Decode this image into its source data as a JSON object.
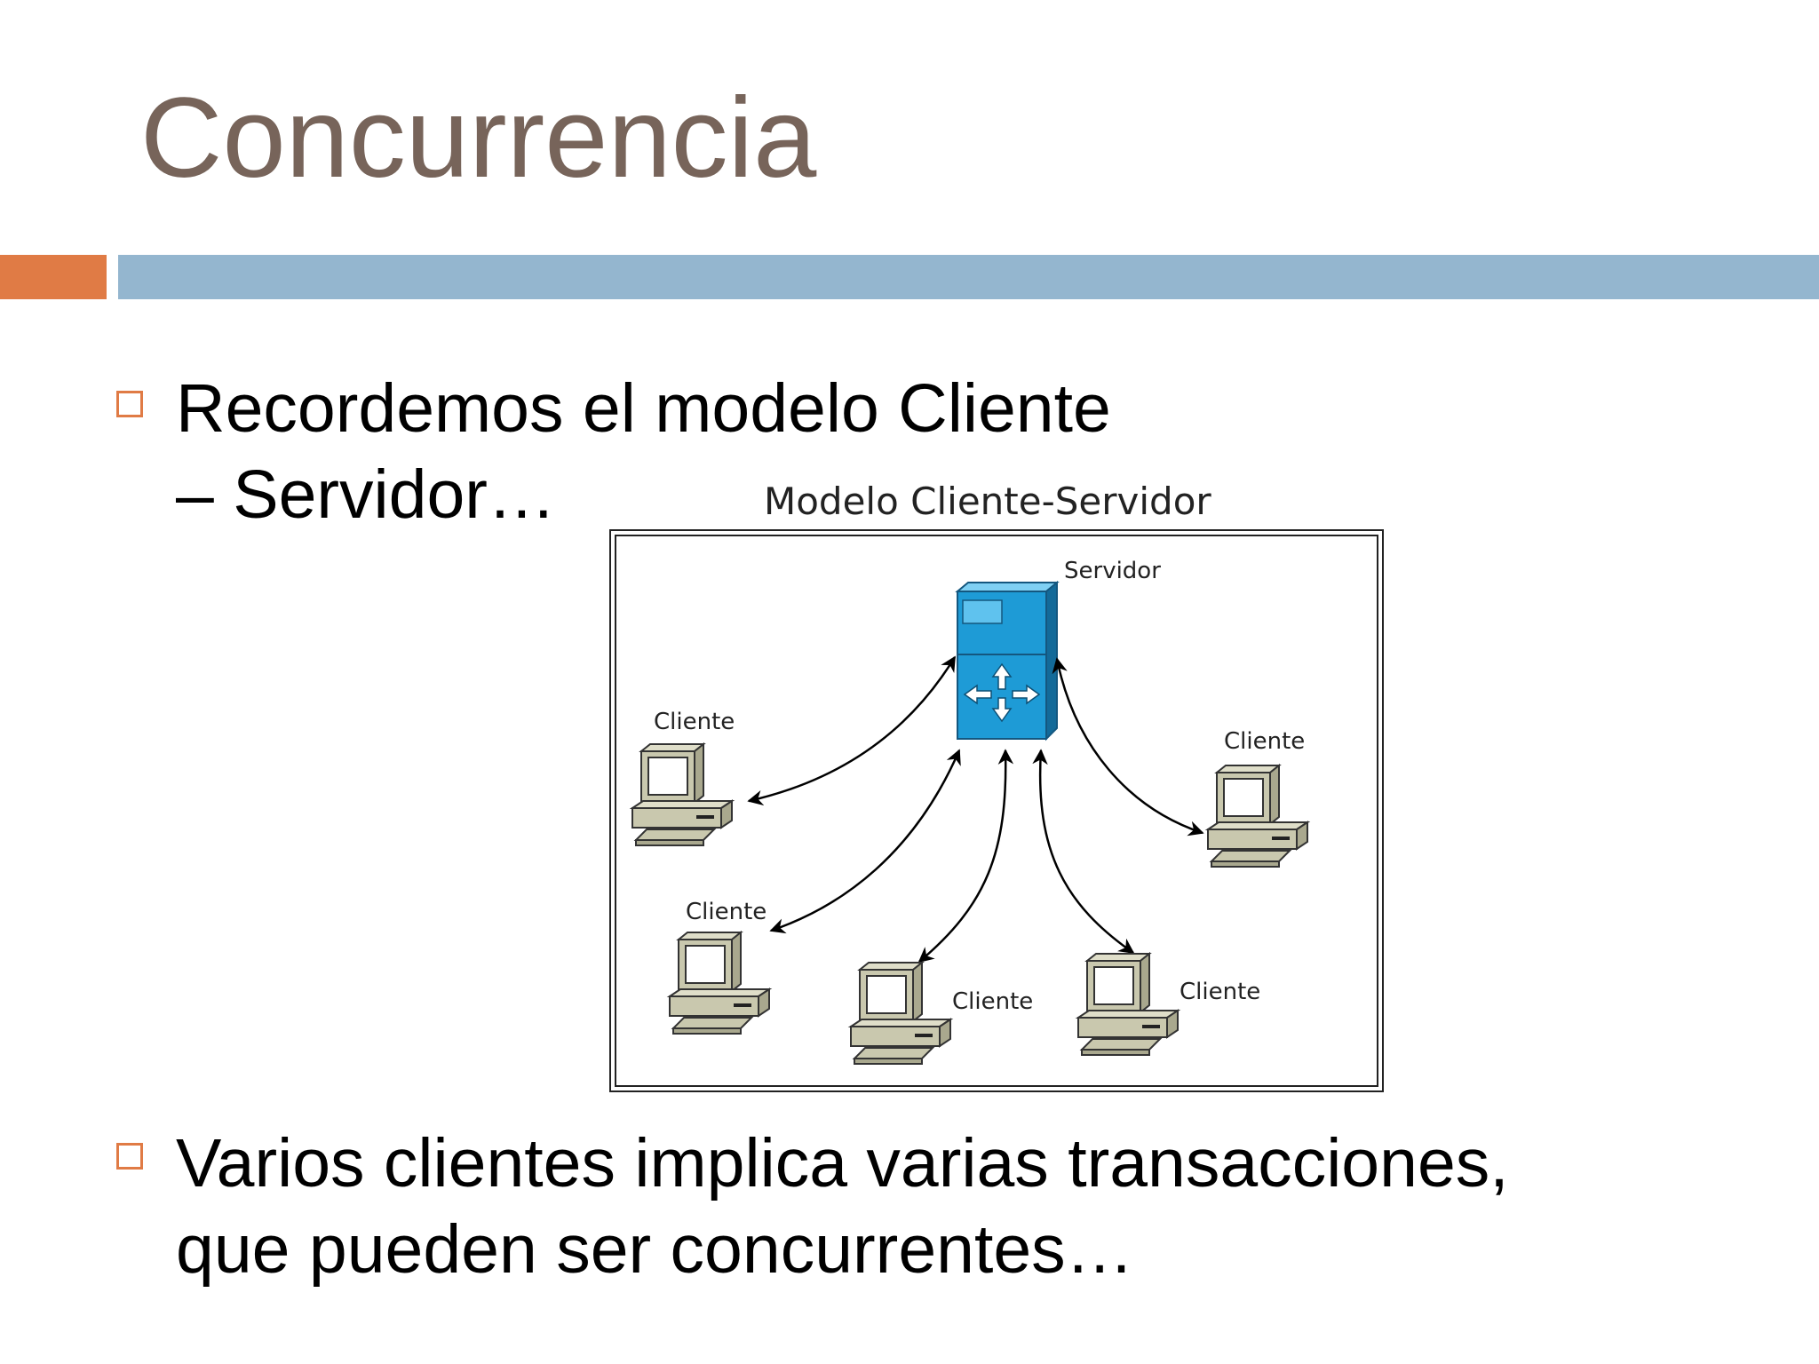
{
  "slide": {
    "title": "Concurrencia",
    "bullets": [
      {
        "line1": "Recordemos el modelo Cliente",
        "line2": "– Servidor…"
      },
      {
        "line1": "Varios clientes implica varias transacciones,",
        "line2": "que pueden ser concurrentes…"
      }
    ]
  },
  "diagram": {
    "title": "Modelo Cliente-Servidor",
    "server_label": "Servidor",
    "client_labels": [
      "Cliente",
      "Cliente",
      "Cliente",
      "Cliente",
      "Cliente"
    ],
    "server_icon": "server-router-icon",
    "client_icon": "desktop-computer-icon"
  },
  "colors": {
    "title": "#77645a",
    "accent_orange": "#e07b45",
    "accent_blue": "#94b6cf",
    "server_blue": "#1e9bd6",
    "computer_beige": "#c9c8ae"
  }
}
